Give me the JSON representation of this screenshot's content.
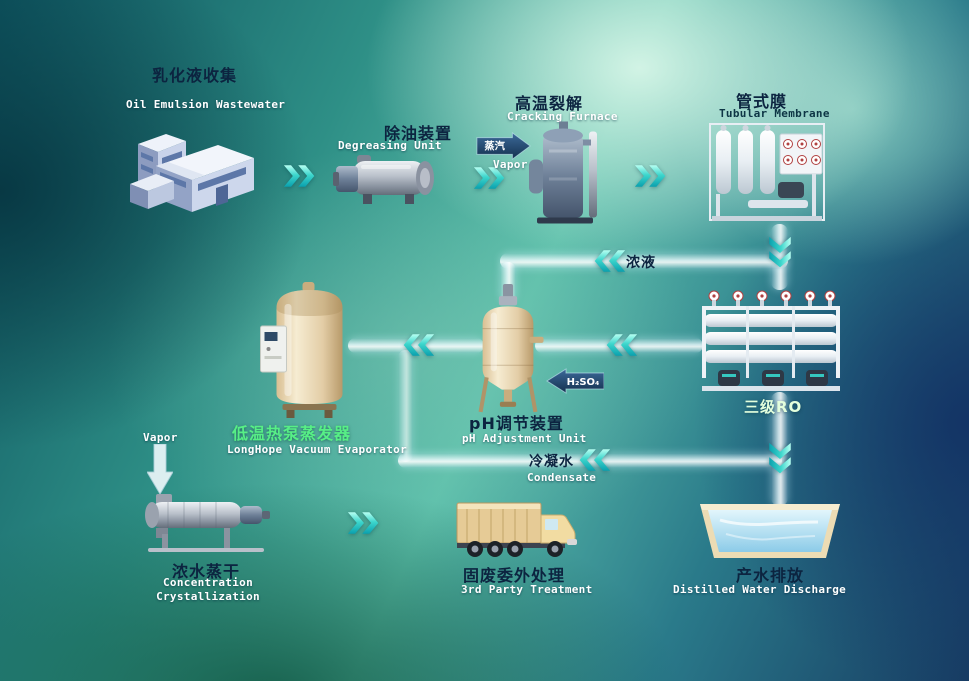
{
  "nodes": {
    "collection": {
      "zh": "乳化液收集",
      "en": "Oil Emulsion Wastewater"
    },
    "degreasing": {
      "zh": "除油装置",
      "en": "Degreasing Unit"
    },
    "cracking": {
      "zh": "高温裂解",
      "en": "Cracking Furnace"
    },
    "membrane": {
      "zh": "管式膜",
      "en": "Tubular Membrane"
    },
    "ro": {
      "zh": "三级RO"
    },
    "ph": {
      "zh": "pH调节装置",
      "en": "pH Adjustment Unit"
    },
    "evaporator": {
      "zh": "低温热泵蒸发器",
      "en": "LongHope Vacuum Evaporator"
    },
    "crystallization": {
      "zh": "浓水蒸干",
      "en1": "Concentration",
      "en2": "Crystallization"
    },
    "truck": {
      "zh": "固废委外处理",
      "en": "3rd Party Treatment"
    },
    "discharge": {
      "zh": "产水排放",
      "en": "Distilled Water Discharge"
    }
  },
  "flows": {
    "steam": {
      "zh": "蒸汽",
      "en": "Vapor"
    },
    "concentrate": {
      "zh": "浓液"
    },
    "acid": "H₂SO₄",
    "condensate": {
      "zh": "冷凝水",
      "en": "Condensate"
    },
    "vapor": {
      "label": "Vapor"
    }
  },
  "colors": {
    "arrow_teal": "#2fc9c4",
    "dark_arrow_navy": "#163a62",
    "label_dark": "#0c2440",
    "label_white": "#ffffff",
    "label_green": "#57ef86",
    "pipe_light_blue": "#d8f0fa"
  }
}
